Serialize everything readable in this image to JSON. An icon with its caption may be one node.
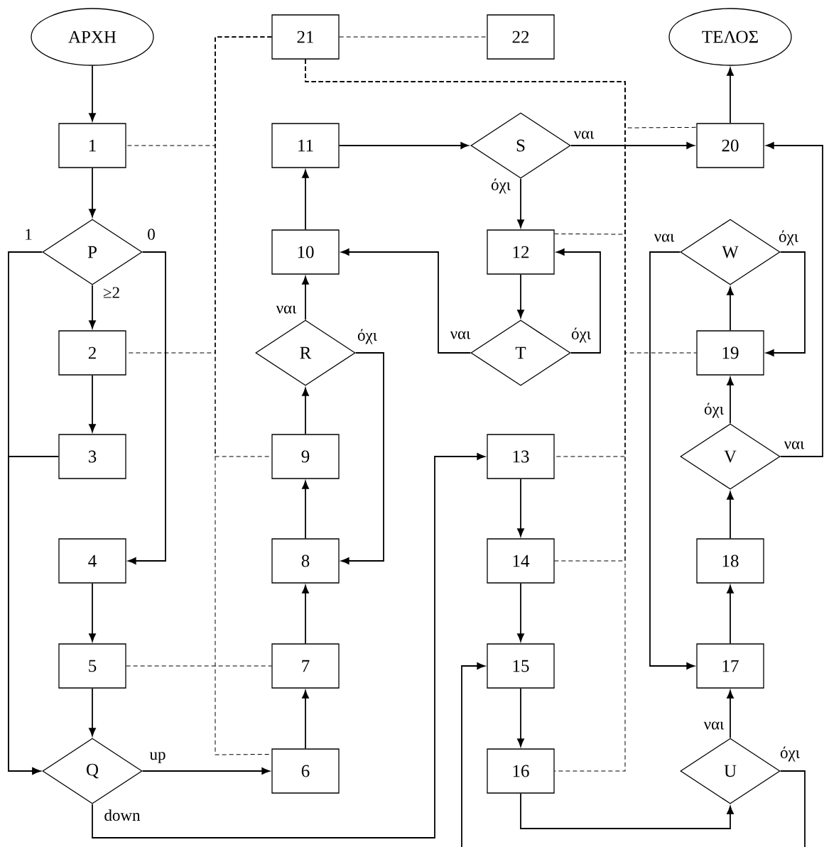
{
  "diagram": {
    "nodes": [
      {
        "text": [
          "ΑΡΧΗ"
        ]
      },
      {
        "text": [
          "21"
        ]
      },
      {
        "text": [
          "22"
        ]
      },
      {
        "text": [
          "ΤΕΛΟΣ"
        ]
      },
      {
        "text": [
          "1"
        ]
      },
      {
        "text": [
          "11"
        ]
      },
      {
        "text": [
          "S"
        ]
      },
      {
        "text": [
          "20"
        ]
      },
      {
        "text": [
          "P"
        ]
      },
      {
        "text": [
          "10"
        ]
      },
      {
        "text": [
          "12"
        ]
      },
      {
        "text": [
          "W"
        ]
      },
      {
        "text": [
          "2"
        ]
      },
      {
        "text": [
          "R"
        ]
      },
      {
        "text": [
          "T"
        ]
      },
      {
        "text": [
          "19"
        ]
      },
      {
        "text": [
          "3"
        ]
      },
      {
        "text": [
          "9"
        ]
      },
      {
        "text": [
          "13"
        ]
      },
      {
        "text": [
          "V"
        ]
      },
      {
        "text": [
          "4"
        ]
      },
      {
        "text": [
          "8"
        ]
      },
      {
        "text": [
          "14"
        ]
      },
      {
        "text": [
          "18"
        ]
      },
      {
        "text": [
          "5"
        ]
      },
      {
        "text": [
          "7"
        ]
      },
      {
        "text": [
          "15"
        ]
      },
      {
        "text": [
          "17"
        ]
      },
      {
        "text": [
          "Q"
        ]
      },
      {
        "text": [
          "6"
        ]
      },
      {
        "text": [
          "16"
        ]
      },
      {
        "text": [
          "U"
        ]
      }
    ],
    "edges": [
      {
        "from": 0,
        "to": 4,
        "arrow": "to"
      },
      {
        "from": 4,
        "to": 8,
        "arrow": "to"
      },
      {
        "from": 8,
        "to": 12,
        "arrow": "to",
        "label": "≥2"
      },
      {
        "from": 8,
        "to": 20,
        "arrow": "to",
        "label": "0"
      },
      {
        "from": 8,
        "to": 28,
        "arrow": "to",
        "label": "1"
      },
      {
        "from": 12,
        "to": 16,
        "arrow": "to"
      },
      {
        "from": 16,
        "to": 28,
        "arrow": "to"
      },
      {
        "from": 20,
        "to": 24,
        "arrow": "to"
      },
      {
        "from": 24,
        "to": 28,
        "arrow": "to"
      },
      {
        "from": 28,
        "to": 29,
        "arrow": "to",
        "label": "up"
      },
      {
        "from": 28,
        "to": 18,
        "arrow": "to",
        "label": "down"
      },
      {
        "from": 29,
        "to": 25,
        "arrow": "to"
      },
      {
        "from": 25,
        "to": 21,
        "arrow": "to"
      },
      {
        "from": 21,
        "to": 17,
        "arrow": "to"
      },
      {
        "from": 17,
        "to": 13,
        "arrow": "to"
      },
      {
        "from": 13,
        "to": 9,
        "arrow": "to",
        "label": "ναι"
      },
      {
        "from": 13,
        "to": 21,
        "arrow": "to",
        "label": "όχι"
      },
      {
        "from": 9,
        "to": 5,
        "arrow": "to"
      },
      {
        "from": 5,
        "to": 6,
        "arrow": "to"
      },
      {
        "from": 6,
        "to": 7,
        "arrow": "to",
        "label": "ναι"
      },
      {
        "from": 6,
        "to": 10,
        "arrow": "to",
        "label": "όχι"
      },
      {
        "from": 10,
        "to": 14,
        "arrow": "to"
      },
      {
        "from": 14,
        "to": 10,
        "arrow": "to",
        "label": "όχι"
      },
      {
        "from": 14,
        "to": 9,
        "arrow": "to",
        "label": "ναι"
      },
      {
        "from": 7,
        "to": 3,
        "arrow": "to"
      },
      {
        "from": 30,
        "to": 31,
        "arrow": "to"
      },
      {
        "from": 31,
        "to": 27,
        "arrow": "to",
        "label": "ναι"
      },
      {
        "from": 31,
        "to": null,
        "arrow": "none",
        "label": "όχι"
      },
      {
        "from": null,
        "to": 26,
        "arrow": "to"
      },
      {
        "from": 27,
        "to": 23,
        "arrow": "to"
      },
      {
        "from": 23,
        "to": 19,
        "arrow": "to"
      },
      {
        "from": 19,
        "to": 15,
        "arrow": "to",
        "label": "όχι"
      },
      {
        "from": 19,
        "to": 7,
        "arrow": "to",
        "label": "ναι"
      },
      {
        "from": 15,
        "to": 11,
        "arrow": "to"
      },
      {
        "from": 11,
        "to": 15,
        "arrow": "to",
        "label": "όχι"
      },
      {
        "from": 11,
        "to": 27,
        "arrow": "to",
        "label": "ναι"
      },
      {
        "from": 1,
        "to": 2,
        "arrow": "none",
        "style": "dashed"
      },
      {
        "from": 1,
        "to": 4,
        "arrow": "none",
        "style": "dashed"
      },
      {
        "from": 1,
        "to": 12,
        "arrow": "none",
        "style": "dashed"
      },
      {
        "from": 1,
        "to": 17,
        "arrow": "none",
        "style": "dashed"
      },
      {
        "from": 1,
        "to": 29,
        "arrow": "none",
        "style": "dashed"
      },
      {
        "from": 24,
        "to": 25,
        "arrow": "none",
        "style": "dashed"
      },
      {
        "from": 1,
        "to": 7,
        "arrow": "none",
        "style": "dashed"
      },
      {
        "from": 1,
        "to": 10,
        "arrow": "none",
        "style": "dashed"
      },
      {
        "from": 1,
        "to": 15,
        "arrow": "none",
        "style": "dashed"
      },
      {
        "from": 1,
        "to": 18,
        "arrow": "none",
        "style": "dashed"
      },
      {
        "from": 1,
        "to": 22,
        "arrow": "none",
        "style": "dashed"
      },
      {
        "from": 1,
        "to": 30,
        "arrow": "none",
        "style": "dashed"
      },
      {
        "from": 18,
        "to": 22,
        "arrow": "to"
      },
      {
        "from": 22,
        "to": 26,
        "arrow": "to"
      },
      {
        "from": 26,
        "to": 30,
        "arrow": "to"
      }
    ]
  }
}
